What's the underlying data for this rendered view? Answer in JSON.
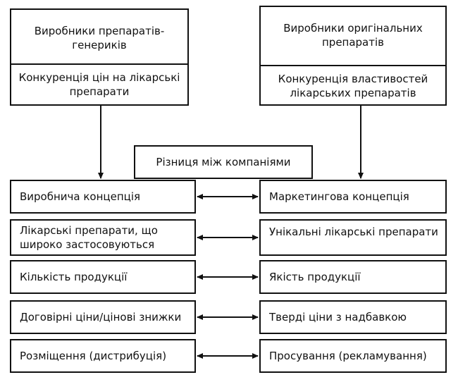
{
  "top_left": {
    "title": "Виробники препаратів-генериків",
    "subtitle": "Конкуренція цін на лікарські препарати"
  },
  "top_right": {
    "title": "Виробники оригінальних препаратів",
    "subtitle": "Конкуренція властивостей лікарських препаратів"
  },
  "middle_label": "Різниця між компаніями",
  "rows": [
    {
      "left": "Виробнича концепція",
      "right": "Маркетингова концепція"
    },
    {
      "left": "Лікарські препарати, що широко застосовуються",
      "right": "Унікальні лікарські препарати"
    },
    {
      "left": "Кількість продукції",
      "right": "Якість продукції"
    },
    {
      "left": "Договірні ціни/цінові знижки",
      "right": "Тверді ціни з надбавкою"
    },
    {
      "left": "Розміщення (дистрибуція)",
      "right": "Просування (рекламування)"
    }
  ]
}
